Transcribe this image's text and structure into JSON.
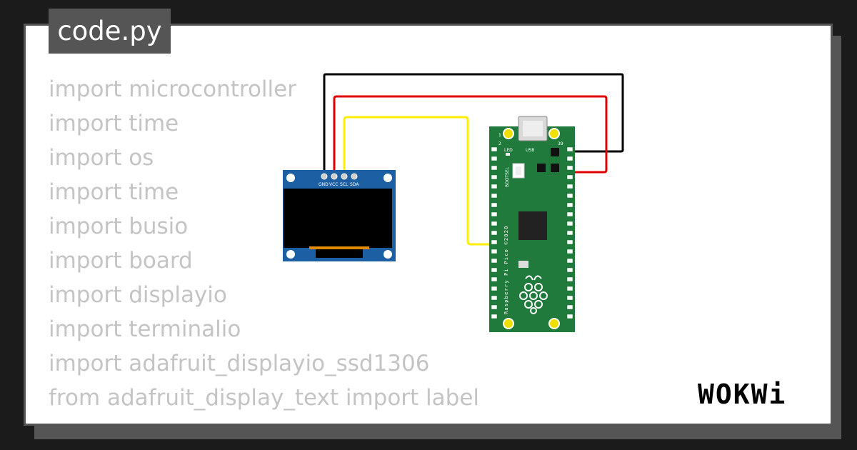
{
  "file": {
    "name": "code.py"
  },
  "code_lines": [
    "import microcontroller",
    "import time",
    "import os",
    "import time",
    "import busio",
    "import board",
    "import displayio",
    "import terminalio",
    "import adafruit_displayio_ssd1306",
    "from adafruit_display_text import label"
  ],
  "oled": {
    "pins": [
      "GND",
      "VCC",
      "SCL",
      "SDA"
    ]
  },
  "pico": {
    "usb_label": "USB",
    "led_label": "LED",
    "bootsel_label": "BOOTSEL",
    "pin1_label": "1",
    "pin2_label": "2",
    "pin39_label": "39",
    "board_text": "Raspberry Pi Pico ©2020",
    "board_color": "#1f7a3c"
  },
  "wires": {
    "gnd_color": "#000000",
    "vcc_color": "#e00000",
    "scl_color": "#ffee00"
  },
  "brand": {
    "logo_text": "WOKWi"
  },
  "colors": {
    "background": "#1b1b1b",
    "card": "#ffffff",
    "tab": "#555555",
    "code_text": "#c4c4c4"
  }
}
